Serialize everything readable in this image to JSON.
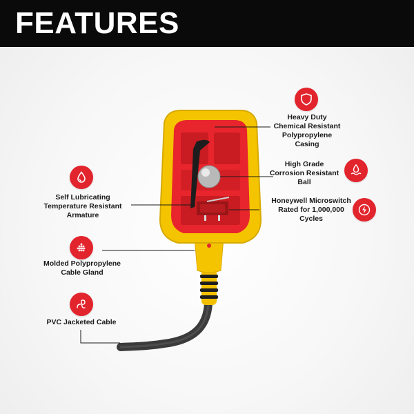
{
  "header": {
    "title": "FEATURES"
  },
  "features": {
    "casing": {
      "label": "Heavy Duty\nChemical Resistant\nPolypropylene\nCasing",
      "icon": "shield-icon"
    },
    "ball": {
      "label": "High Grade\nCorrosion Resistant\nBall",
      "icon": "ball-icon"
    },
    "microswitch": {
      "label": "Honeywell Microswitch\nRated for 1,000,000\nCycles",
      "icon": "lightning-icon"
    },
    "armature": {
      "label": "Self Lubricating\nTemperature Resistant\nArmature",
      "icon": "droplet-icon"
    },
    "gland": {
      "label": "Molded Polypropylene\nCable Gland",
      "icon": "dots-icon"
    },
    "cable": {
      "label": "PVC Jacketed Cable",
      "icon": "coil-icon"
    }
  },
  "colors": {
    "accent": "#e2242d",
    "housing_yellow": "#f5c400",
    "housing_red": "#e8252c",
    "header_bg": "#0a0a0a"
  }
}
